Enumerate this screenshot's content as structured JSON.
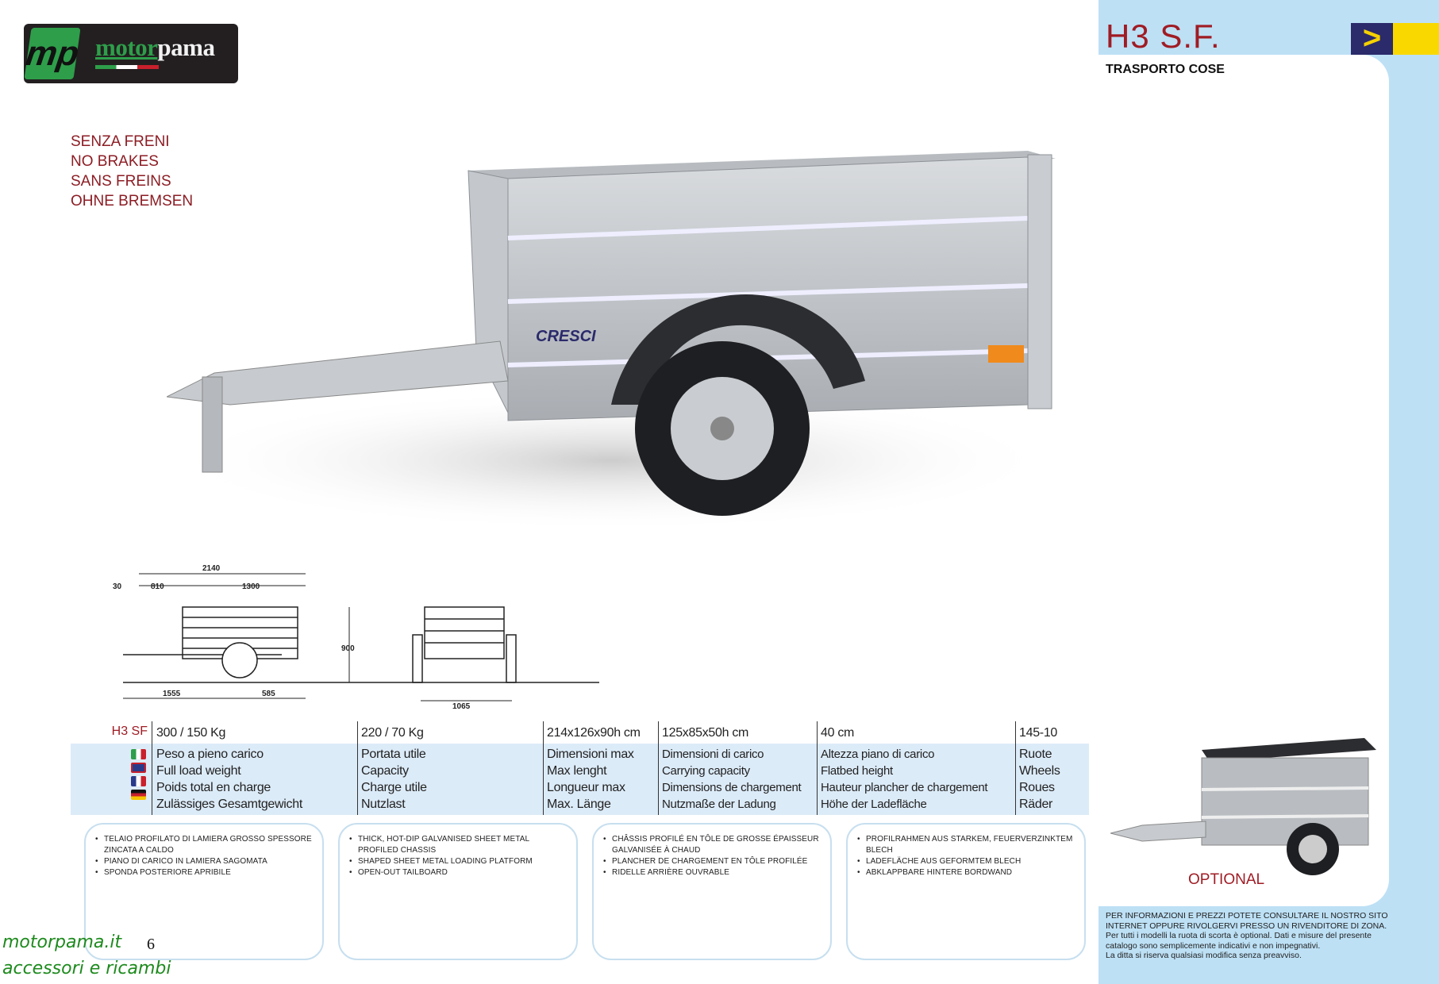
{
  "logo": {
    "mark": "mp",
    "brand_green": "motor",
    "brand_white": "pama"
  },
  "brakes": [
    "SENZA FRENI",
    "NO BRAKES",
    "SANS FREINS",
    "OHNE BREMSEN"
  ],
  "header": {
    "title": "H3 S.F.",
    "subtitle": "TRASPORTO COSE",
    "badge_icon": "arrow-right-icon"
  },
  "photo": {
    "label": "CRESCI"
  },
  "diagram": {
    "dims": [
      "2140",
      "30",
      "810",
      "1300",
      "900",
      "1555",
      "585",
      "1065"
    ]
  },
  "spec": {
    "model": "H3 SF",
    "values": [
      "300 / 150 Kg",
      "220 / 70 Kg",
      "214x126x90h cm",
      "125x85x50h cm",
      "40 cm",
      "145-10"
    ],
    "labels": [
      [
        "Peso a pieno carico",
        "Full load weight",
        "Poids total en charge",
        "Zulässiges Gesamtgewicht"
      ],
      [
        "Portata utile",
        "Capacity",
        "Charge utile",
        "Nutzlast"
      ],
      [
        "Dimensioni max",
        "Max lenght",
        "Longueur max",
        "Max. Länge"
      ],
      [
        "Dimensioni di carico",
        "Carrying capacity",
        "Dimensions de chargement",
        "Nutzmaße der Ladung"
      ],
      [
        "Altezza piano di carico",
        "Flatbed height",
        "Hauteur plancher de chargement",
        "Höhe der Ladefläche"
      ],
      [
        "Ruote",
        "Wheels",
        "Roues",
        "Räder"
      ]
    ]
  },
  "features": [
    [
      "TELAIO PROFILATO DI LAMIERA  GROSSO SPESSORE ZINCATA  A CALDO",
      "PIANO DI CARICO IN LAMIERA SAGOMATA",
      "SPONDA POSTERIORE APRIBILE"
    ],
    [
      "THICK, HOT-DIP GALVANISED SHEET METAL PROFILED CHASSIS",
      "SHAPED SHEET METAL LOADING PLATFORM",
      "OPEN-OUT TAILBOARD"
    ],
    [
      "CHÂSSIS PROFILÉ EN TÔLE DE GROSSE ÉPAISSEUR GALVANISÉE À CHAUD",
      "PLANCHER DE CHARGEMENT EN TÔLE PROFILÉE",
      "RIDELLE ARRIÈRE OUVRABLE"
    ],
    [
      "PROFILRAHMEN AUS STARKEM, FEUERVERZINKTEM BLECH",
      "LADEFLÄCHE AUS GEFORMTEM BLECH",
      "ABKLAPPBARE HINTERE BORDWAND"
    ]
  ],
  "optional": "OPTIONAL",
  "footer": [
    "PER INFORMAZIONI E PREZZI POTETE CONSULTARE IL NOSTRO SITO",
    "INTERNET OPPURE RIVOLGERVI PRESSO UN RIVENDITORE DI ZONA.",
    "Per tutti i modelli la ruota di scorta è optional. Dati e misure del presente",
    "catalogo sono semplicemente indicativi e non impegnativi.",
    "La ditta si riserva qualsiasi modifica senza preavviso."
  ],
  "watermark": {
    "site": "motorpama.it",
    "tagline": "accessori e ricambi"
  },
  "page_number": "6",
  "colors": {
    "accent": "#a01c24",
    "panel": "#bde0f5",
    "band": "#dcebf8",
    "brand_green": "#2e9e4a"
  }
}
